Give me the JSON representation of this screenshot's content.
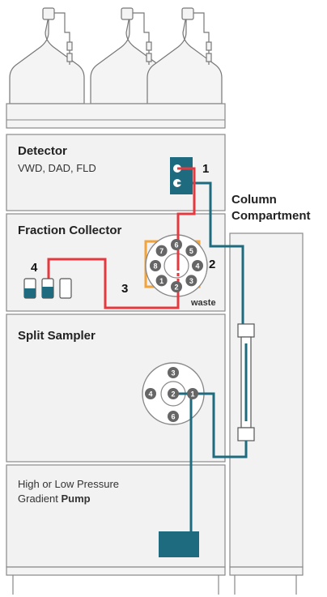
{
  "modules": {
    "detector": {
      "title": "Detector",
      "subtitle": "VWD, DAD, FLD"
    },
    "fraction_collector": {
      "title": "Fraction Collector"
    },
    "split_sampler": {
      "title": "Split Sampler"
    },
    "pump": {
      "line1": "High or Low Pressure",
      "line2_prefix": "Gradient ",
      "line2_bold": "Pump"
    },
    "column_compartment": {
      "line1": "Column",
      "line2": "Compartment"
    }
  },
  "callouts": {
    "c1": "1",
    "c2": "2",
    "c3": "3",
    "c4": "4"
  },
  "waste_label": "waste",
  "fc_valve_ports": [
    "1",
    "2",
    "3",
    "4",
    "5",
    "6",
    "7",
    "8"
  ],
  "ss_valve_ports": [
    "1",
    "2",
    "3",
    "4",
    "6"
  ],
  "colors": {
    "red_line": "#e5393f",
    "teal_line": "#1e6a7e",
    "orange_box": "#f2a33a",
    "module_fill": "#f2f2f2",
    "module_stroke": "#8a8a8a"
  }
}
